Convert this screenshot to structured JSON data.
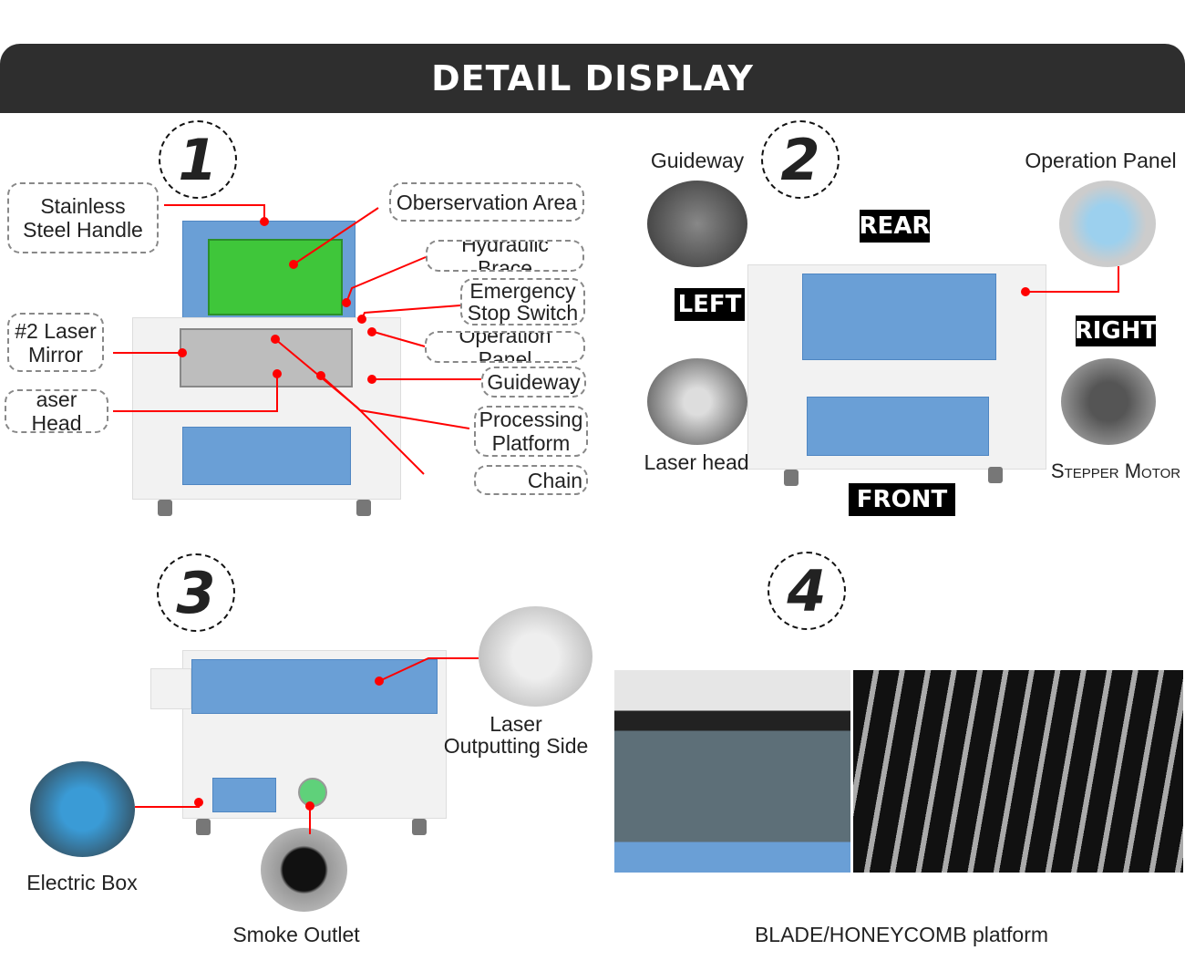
{
  "header": {
    "title": "DETAIL DISPLAY"
  },
  "sections": [
    {
      "number": "1",
      "labels": {
        "handle": "Stainless\nSteel Handle",
        "observation": "Oberservation Area",
        "hydraulic": "Hydraulic Brace",
        "emergency": "Emergency\nStop Switch",
        "operation": "Operation Panel",
        "guideway": "Guideway",
        "platform": "Processing\nPlatform",
        "chain": "Chain",
        "mirror": "#2 Laser\nMirror",
        "laser_head": "aser Head"
      }
    },
    {
      "number": "2",
      "labels": {
        "guideway": "Guideway",
        "operation": "Operation Panel",
        "laser_head": "Laser head",
        "stepper": "Stepper Motor"
      },
      "tags": {
        "rear": "REAR",
        "left": "LEFT",
        "right": "RIGHT",
        "front": "FRONT"
      }
    },
    {
      "number": "3",
      "labels": {
        "laser_side": "Laser\nOutputting Side",
        "electric": "Electric Box",
        "smoke": "Smoke Outlet"
      }
    },
    {
      "number": "4",
      "caption": "BLADE/HONEYCOMB platform"
    }
  ],
  "colors": {
    "header": "#2e2e2e",
    "leader": "#ff0000",
    "machine_blue": "#6a9fd6"
  }
}
